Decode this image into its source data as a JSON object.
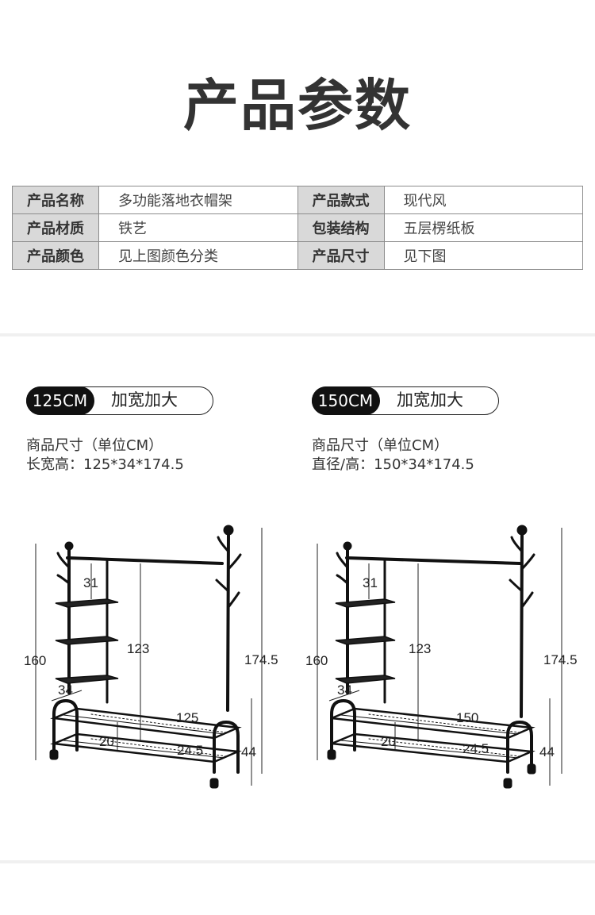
{
  "title": "产品参数",
  "params": [
    {
      "k1": "产品名称",
      "v1": "多功能落地衣帽架",
      "k2": "产品款式",
      "v2": "现代风"
    },
    {
      "k1": "产品材质",
      "v1": "铁艺",
      "k2": "包装结构",
      "v2": "五层楞纸板"
    },
    {
      "k1": "产品颜色",
      "v1": "见上图颜色分类",
      "k2": "产品尺寸",
      "v2": "见下图"
    }
  ],
  "variants": [
    {
      "size": "125CM",
      "label": "加宽加大",
      "spec_line1": "商品尺寸（单位CM）",
      "spec_line2": "长宽高：125*34*174.5",
      "dims": {
        "height_left": "160",
        "shelf_gap": "31",
        "inner_height": "123",
        "total_height": "174.5",
        "depth": "34",
        "width": "125",
        "shoe_gap": "20",
        "shoe_depth": "24.5",
        "shoe_height": "44"
      }
    },
    {
      "size": "150CM",
      "label": "加宽加大",
      "spec_line1": "商品尺寸（单位CM）",
      "spec_line2": "直径/高：150*34*174.5",
      "dims": {
        "height_left": "160",
        "shelf_gap": "31",
        "inner_height": "123",
        "total_height": "174.5",
        "depth": "34",
        "width": "150",
        "shoe_gap": "20",
        "shoe_depth": "24.5",
        "shoe_height": "44"
      }
    }
  ],
  "colors": {
    "frame": "#111111",
    "header_cell": "#d9d9d9",
    "band": "#f0f0f0"
  }
}
